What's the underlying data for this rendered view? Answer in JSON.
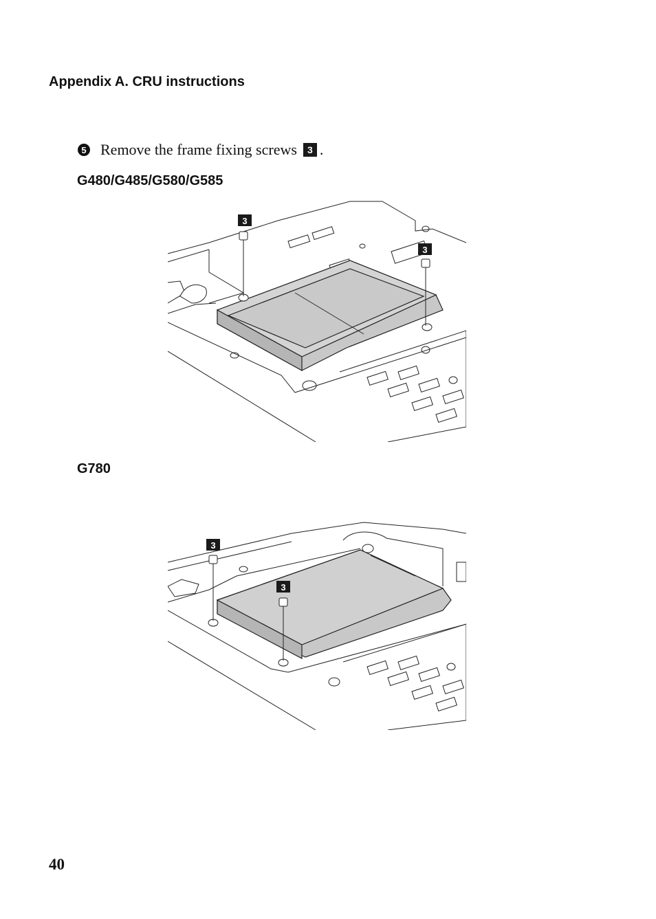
{
  "header": {
    "title": "Appendix A. CRU instructions"
  },
  "step": {
    "number": "5",
    "text": "Remove the frame fixing screws",
    "callout": "3",
    "end": "."
  },
  "figures": [
    {
      "model": "G480/G485/G580/G585",
      "callouts": [
        "3",
        "3"
      ]
    },
    {
      "model": "G780",
      "callouts": [
        "3",
        "3"
      ]
    }
  ],
  "footer": {
    "page_number": "40"
  }
}
